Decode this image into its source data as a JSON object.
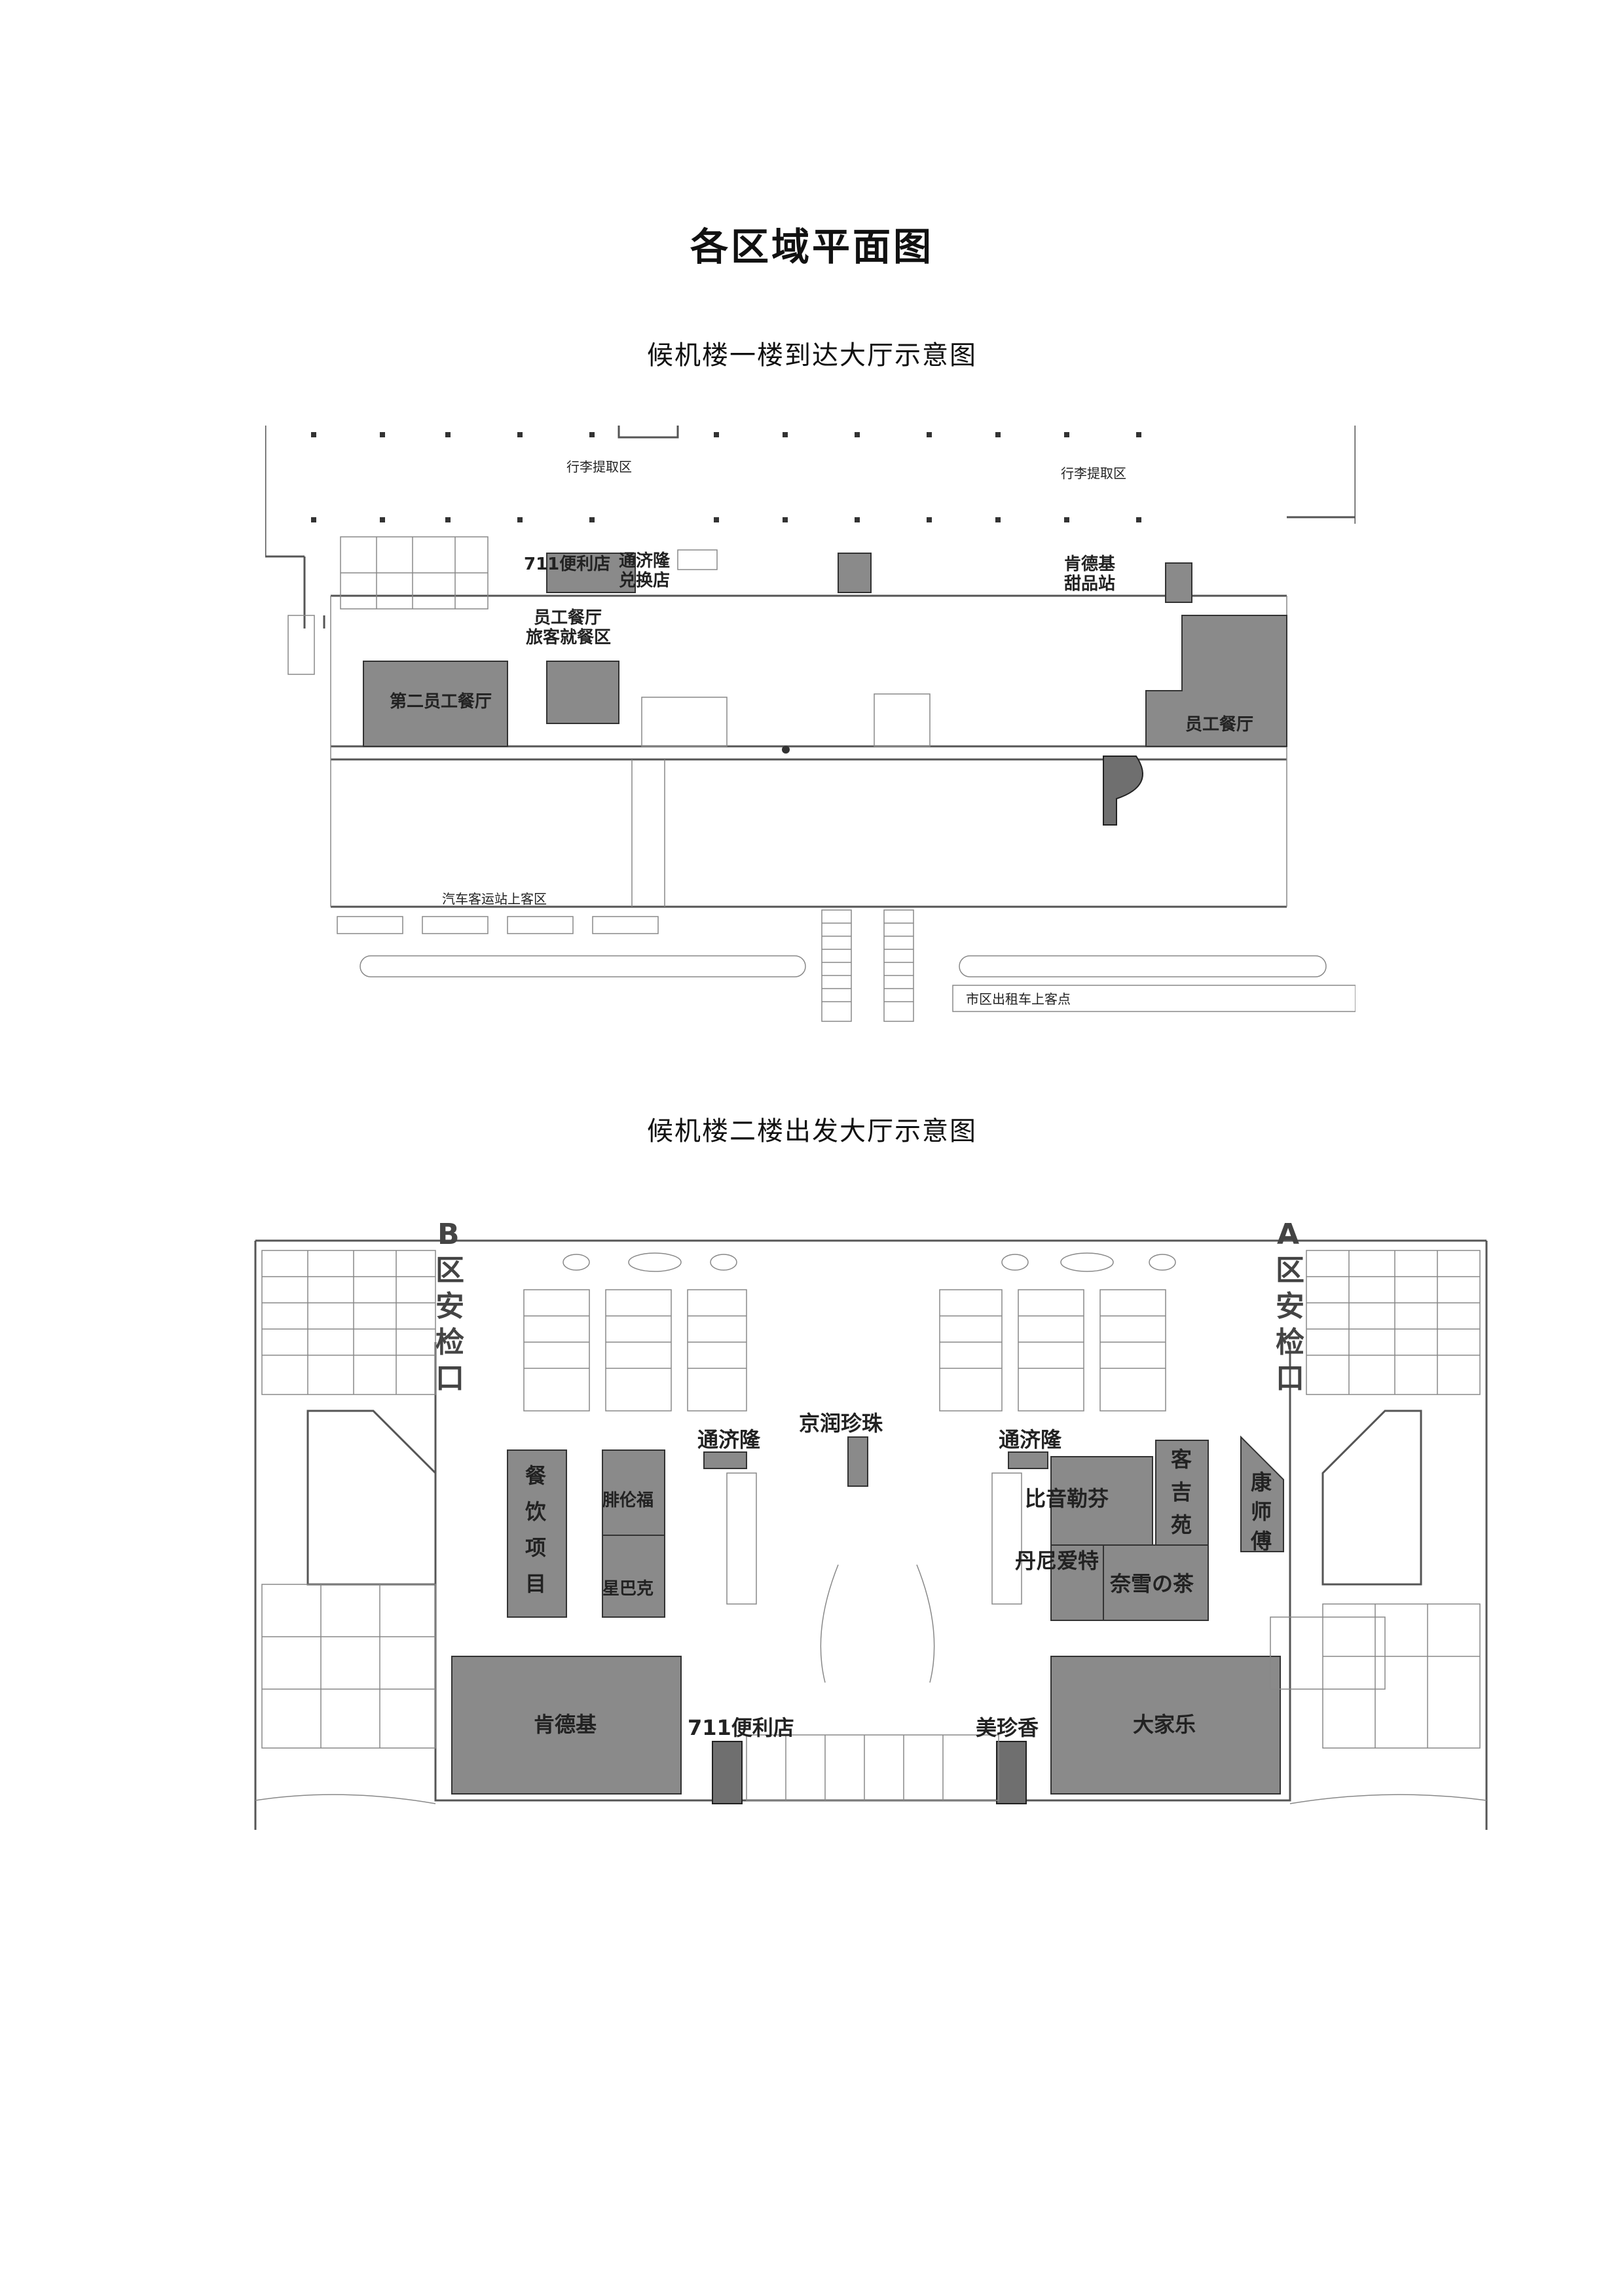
{
  "document": {
    "title": "各区域平面图",
    "plan1": {
      "title": "候机楼一楼到达大厅示意图",
      "labels": {
        "baggage_left": "行李提取区",
        "baggage_right": "行李提取区",
        "store_711": "711便利店",
        "tongjilong": "通济隆",
        "exchange": "兑换店",
        "kfc": "肯德基",
        "dessert": "甜品站",
        "staff_canteen": "员工餐厅",
        "passenger_dining": "旅客就餐区",
        "second_staff_canteen": "第二员工餐厅",
        "staff_canteen_right": "员工餐厅",
        "bus_area": "汽车客运站上客区",
        "taxi_area": "市区出租车上客点"
      }
    },
    "plan2": {
      "title": "候机楼二楼出发大厅示意图",
      "labels": {
        "security_b_letter": "B",
        "security_b_text": [
          "区",
          "安",
          "检",
          "口"
        ],
        "security_a_letter": "A",
        "security_a_text": [
          "区",
          "安",
          "检",
          "口"
        ],
        "jingrun": "京润珍珠",
        "tongjilong_left": "通济隆",
        "tongjilong_right": "通济隆",
        "catering": [
          "餐",
          "饮",
          "项",
          "目"
        ],
        "ferrero": "腓伦福",
        "starbucks": "星巴克",
        "bihun": "比音勒芬",
        "danier": "丹尼爱特",
        "naixue": "奈雪の茶",
        "kejixian": [
          "客",
          "吉",
          "苑"
        ],
        "kangshifu": [
          "康",
          "师",
          "傅"
        ],
        "kfc": "肯德基",
        "dajiale": "大家乐",
        "store_711": "711便利店",
        "meizhenxiang": "美珍香"
      }
    }
  }
}
